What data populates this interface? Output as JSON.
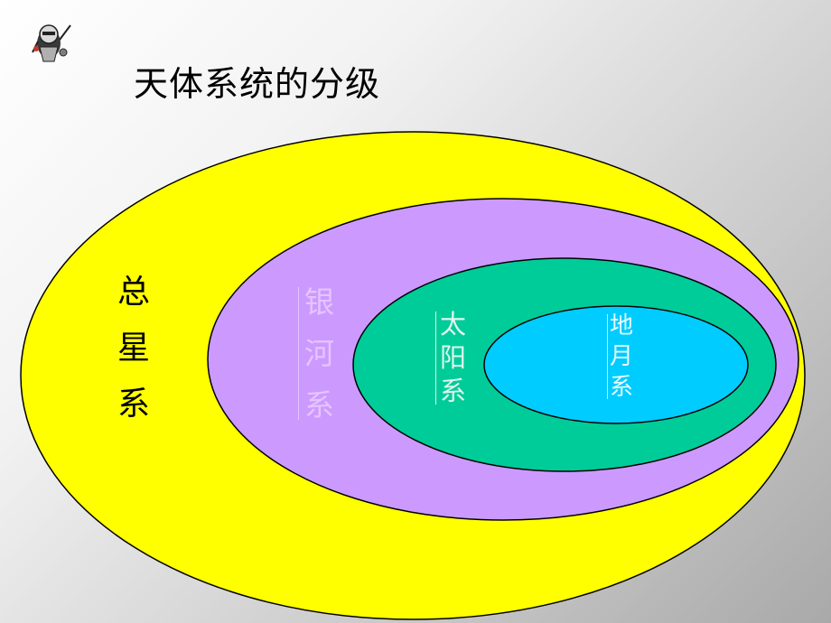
{
  "title": "天体系统的分级",
  "levels": {
    "universe": {
      "chars": [
        "总",
        "星",
        "系"
      ],
      "color": "#ffff00"
    },
    "galaxy": {
      "chars": [
        "银",
        "河",
        "系"
      ],
      "color": "#cc99ff"
    },
    "solar": {
      "chars": [
        "太",
        "阳",
        "系"
      ],
      "color": "#00cc99"
    },
    "earth_moon": {
      "chars": [
        "地",
        "月",
        "系"
      ],
      "color": "#00ccff"
    }
  },
  "icons": {
    "corner": "knight-mascot-icon"
  }
}
